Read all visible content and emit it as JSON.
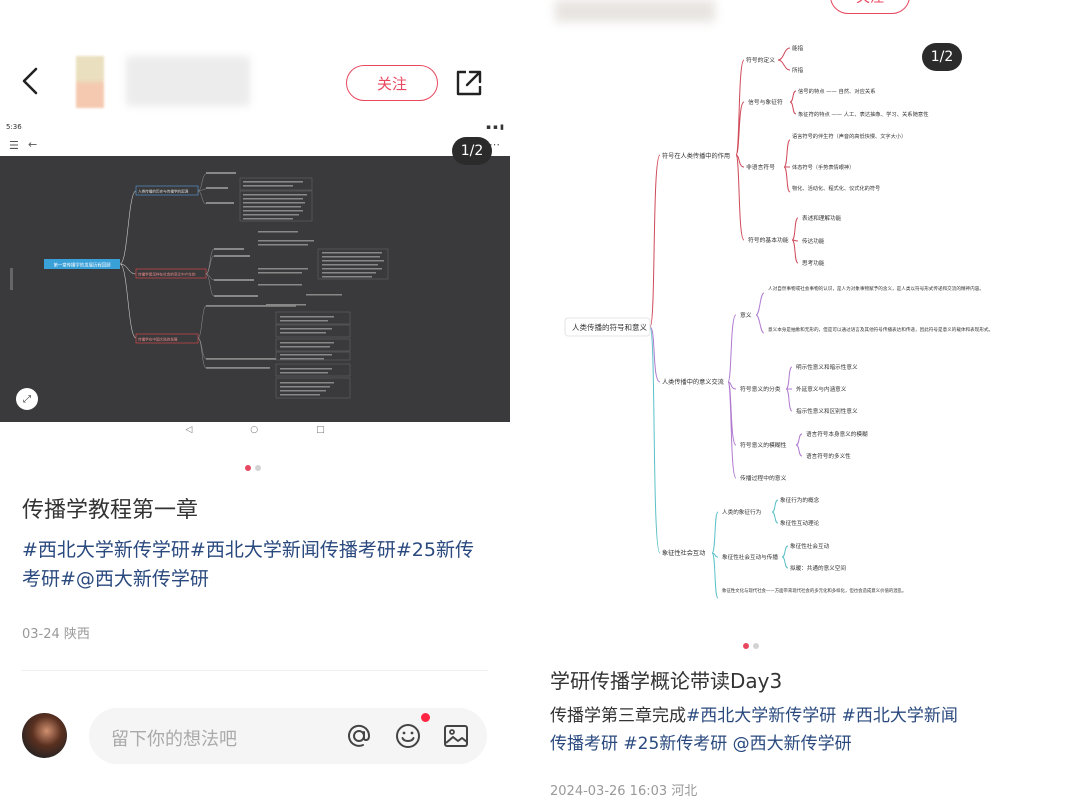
{
  "left_post": {
    "follow_label": "关注",
    "page_indicator": "1/2",
    "screenshot": {
      "status_time": "5:36",
      "root": "第一章传播学的发展历程回顾",
      "branches": [
        {
          "label": "人类传播的历史与传播学的起源",
          "color": "#ffffff"
        },
        {
          "label": "传播学是怎样在社会的变迁中产生的",
          "color": "#e84a4a"
        },
        {
          "label": "传播学在中国大陆的发展",
          "color": "#e84a4a"
        }
      ]
    },
    "title": "传播学教程第一章",
    "tags": "#西北大学新传学研#西北大学新闻传播考研#25新传考研#@西大新传学研",
    "meta": "03-24 陕西",
    "comment_placeholder": "留下你的想法吧"
  },
  "right_post": {
    "follow_label": "关注",
    "page_indicator": "1/2",
    "mindmap": {
      "root": "人类传播的符号和意义",
      "sec1": {
        "label": "符号在人类传播中的作用",
        "items": [
          {
            "label": "符号的定义",
            "children": [
              "能指",
              "所指"
            ]
          },
          {
            "label": "信号与象征符",
            "children": [
              "信号的特点 —— 自然、对应关系",
              "象征符的特点 —— 人工、表达抽象、学习、关系随意性"
            ]
          },
          {
            "label": "非语言符号",
            "children": [
              "语言符号的伴生符（声音的高低快慢、文字大小）",
              "体态符号（手势表情眼神）",
              "物化、活动化、程式化、仪式化的符号"
            ]
          },
          {
            "label": "符号的基本功能",
            "children": [
              "表述和理解功能",
              "传达功能",
              "思考功能"
            ]
          }
        ]
      },
      "sec2": {
        "label": "人类传播中的意义交流",
        "items": [
          {
            "label": "意义",
            "children": [
              "人对自然事物或社会事物的认识，是人为对象事物赋予的含义，是人类以符号形式传递和交流的精神内容。",
              "意义本身是抽象和无形的，但是可以通过语言及其他符号传播表达和传递，因此符号是意义的载体和表现形式。"
            ]
          },
          {
            "label": "符号意义的分类",
            "children": [
              "明示性意义和暗示性意义",
              "外延意义与内涵意义",
              "指示性意义和区别性意义"
            ]
          },
          {
            "label": "符号意义的模糊性",
            "children": [
              "语言符号本身意义的模糊",
              "语言符号的多义性"
            ]
          },
          {
            "label": "传播过程中的意义",
            "children": []
          }
        ]
      },
      "sec3": {
        "label": "象征性社会互动",
        "items": [
          {
            "label": "人类的象征行为",
            "children": [
              "象征行为的概念",
              "象征性互动理论"
            ]
          },
          {
            "label": "象征性社会互动与传播",
            "children": [
              "象征性社会互动",
              "拟暖：共通的意义空间"
            ]
          },
          {
            "label": "象征性文化与现代社会——方面带来现代社会的多元化和多样化，但也会造成意义价值的混乱。",
            "children": []
          }
        ]
      }
    },
    "title": "学研传播学概论带读Day3",
    "tags_prefix": "传播学第三章完成",
    "tags": "#西北大学新传学研 #西北大学新闻传播考研 #25新传考研 @西大新传学研",
    "meta": "2024-03-26 16:03 河北"
  },
  "colors": {
    "accent": "#e8485f",
    "tag_blue": "#2a4a7f",
    "mindmap_red": "#d04a5a",
    "mindmap_teal": "#5bc0c8",
    "mindmap_purple": "#b07ad0"
  }
}
